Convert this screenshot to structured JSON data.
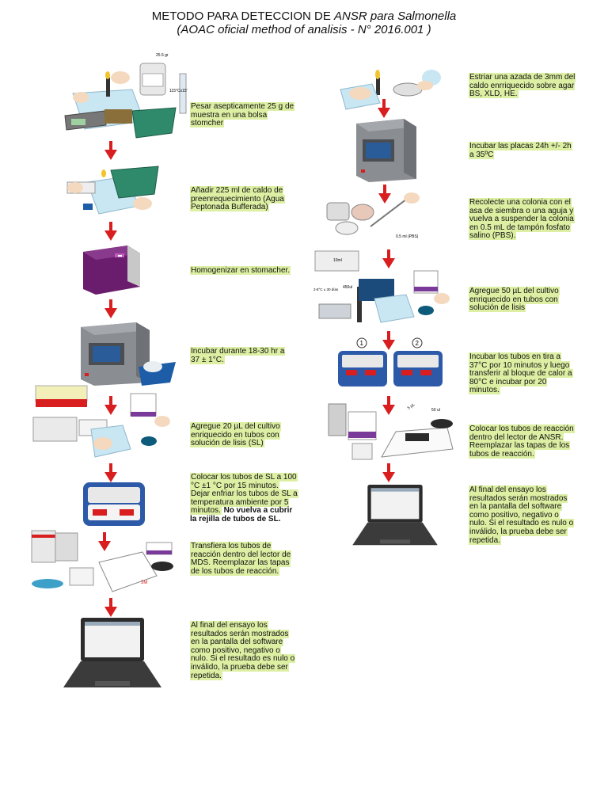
{
  "title": {
    "line1_prefix": "METODO PARA DETECCION DE ",
    "line1_italic": "ANSR para Salmonella",
    "line2_italic": "(AOAC oficial method of analisis - N° 2016.001 )",
    "line2": ""
  },
  "left_steps": [
    {
      "text": "Pesar asepticamente 25 g de muestra en una bolsa stomcher"
    },
    {
      "text": "Añadir 225 ml de caldo de preenrequecimiento (Agua Peptonada Bufferada)"
    },
    {
      "text": "Homogenizar en stomacher."
    },
    {
      "text": "Incubar durante 18-30 hr a 37 ± 1°C."
    },
    {
      "text": "Agregue 20 µL del cultivo enriquecido en tubos con solución de lisis (SL)"
    },
    {
      "text": "Colocar los tubos de SL a 100 °C ±1 °C por 15 minutos. Dejar enfriar los tubos de SL a temperatura ambiente por 5 minutos.",
      "bold": "No vuelva a cubrir la rejilla de tubos de SL."
    },
    {
      "text": "Transfiera los tubos de reacción dentro del lector de MDS. Reemplazar las tapas de los tubos de reacción."
    },
    {
      "text": "Al final del ensayo los resultados serán mostrados en la pantalla del software como positivo, negativo o nulo. Si el resultado es nulo o inválido, la prueba debe ser repetida."
    }
  ],
  "right_steps": [
    {
      "text": "Estriar una azada de 3mm del caldo enrriquecido sobre agar BS, XLD, HE."
    },
    {
      "text": "Incubar las placas 24h +/- 2h a 35ºC"
    },
    {
      "text": "Recolecte una colonia con el asa de siembra o una aguja y vuelva a suspender la colonia en 0.5 mL de tampón fosfato salino (PBS)."
    },
    {
      "text": "Agregue 50 µL del cultivo enriquecido en tubos con solución de lisis"
    },
    {
      "text": "Incubar los tubos en tira a 37°C por 10 minutos y luego transferir al bloque de calor a 80°C e incubar por 20 minutos."
    },
    {
      "text": "Colocar los tubos de reacción dentro del lector de ANSR. Reemplazar las tapas de los tubos de reacción."
    },
    {
      "text": "Al final del ensayo los resultados serán mostrados en la pantalla del software como positivo, negativo o nulo. Si el resultado es nulo o inválido, la prueba debe ser repetida."
    }
  ],
  "labels": {
    "weight": "25.5 gr",
    "temp": "115°Cx15'",
    "pbs": "0.5 ml (PBS)",
    "tube10": "10ml",
    "cold": "2-8°C ± 30 días",
    "vol450": "450ul",
    "circle1": "1",
    "circle2": "2",
    "threem": "3M",
    "diag_label": "5 µL",
    "diag_label2": "50 ul"
  },
  "colors": {
    "arrow": "#d81e1e",
    "highlight": "#dcefa3",
    "stomacher": "#6b1d6d",
    "incubator": "#8a8d92",
    "heatblock": "#2d5aa8"
  }
}
